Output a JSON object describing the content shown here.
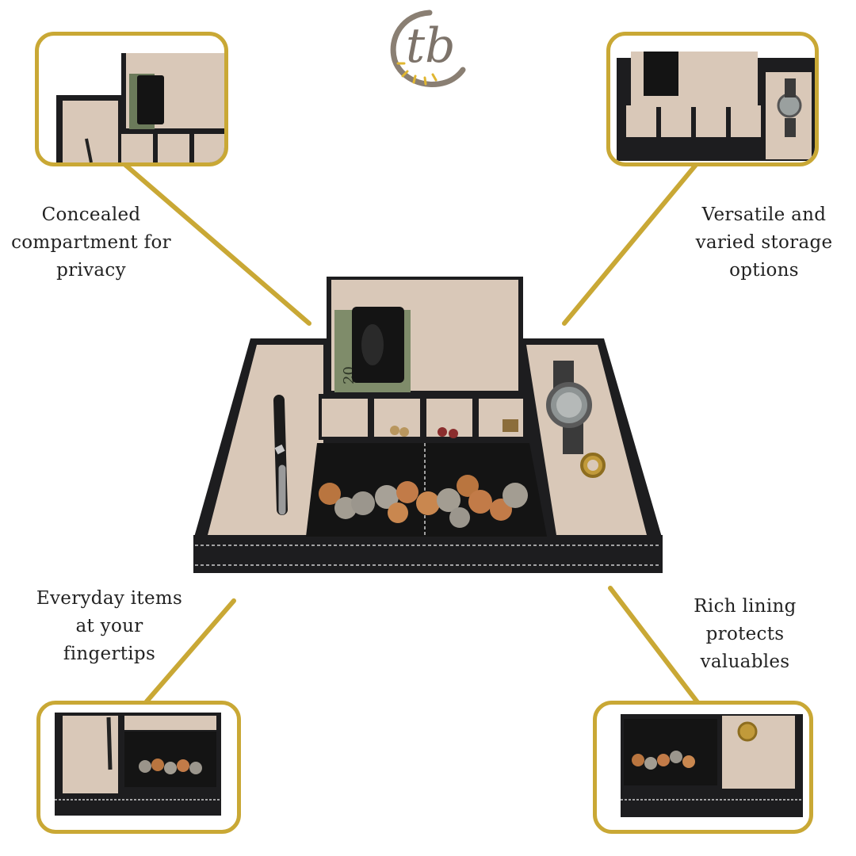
{
  "brand": {
    "logo_icon": "tb-monogram-logo",
    "accent_color": "#C9A835"
  },
  "callouts": {
    "top_left": {
      "lines": [
        "Concealed",
        "compartment for",
        "privacy"
      ]
    },
    "top_right": {
      "lines": [
        "Versatile and",
        "varied storage",
        "options"
      ]
    },
    "bottom_left": {
      "lines": [
        "Everyday items",
        "at your",
        "fingertips"
      ]
    },
    "bottom_right": {
      "lines": [
        "Rich lining",
        "protects",
        "valuables"
      ]
    }
  },
  "product": {
    "icon": "valet-tray-image",
    "items": {
      "note": "20",
      "bill_label": "20"
    },
    "colors": {
      "leather": "#1d1d1f",
      "lining": "#d9c8b8",
      "stitch": "#cfcfcf"
    }
  }
}
